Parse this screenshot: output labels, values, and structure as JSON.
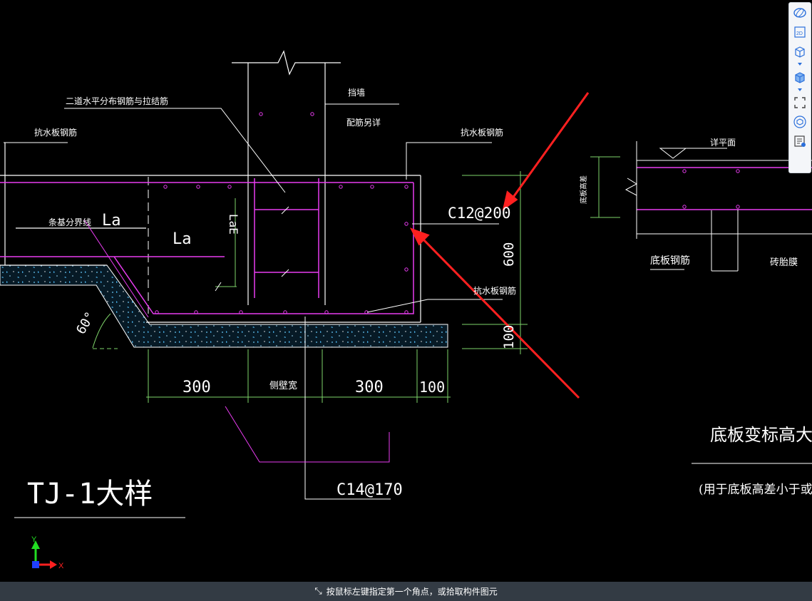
{
  "drawing": {
    "annotations": {
      "two_way_rebar": "二道水平分布钢筋与拉结筋",
      "waterproof_rebar_left": "抗水板钢筋",
      "retaining_wall": "挡墙",
      "reinforcement_detail": "配筋另详",
      "waterproof_rebar_right": "抗水板钢筋",
      "strip_boundary": "条基分界线",
      "la_outer": "La",
      "la_inner": "La",
      "laE": "LaE",
      "rebar_spec_top": "C12@200",
      "dim_600": "600",
      "waterproof_rebar_bottom": "抗水板钢筋",
      "angle": "60°",
      "dim_100_vert": "100",
      "dim_300_left": "300",
      "wall_width": "侧壁宽",
      "dim_300_right": "300",
      "dim_100_horiz": "100",
      "rebar_spec_bottom": "C14@170",
      "detail_title": "TJ-1大样"
    },
    "right_detail": {
      "slab_surface": "详平面",
      "elevation_diff": "底板高差",
      "bottom_rebar": "底板钢筋",
      "brick_membrane": "砖胎膜",
      "title": "底板变标高大样(一)",
      "subtitle": "(用于底板高差小于或等于底板板厚"
    },
    "ucs": {
      "y_label": "Y",
      "x_label": "X"
    }
  },
  "toolbar": {
    "buttons": [
      {
        "name": "orbit",
        "icon": "orbit-icon"
      },
      {
        "name": "2d",
        "icon": "view-2d-icon",
        "label": "2D"
      },
      {
        "name": "3d-wire",
        "icon": "cube-wire-icon"
      },
      {
        "name": "3d-solid",
        "icon": "cube-solid-icon"
      },
      {
        "name": "fullscreen",
        "icon": "fullscreen-icon"
      },
      {
        "name": "component",
        "icon": "component-view-icon"
      },
      {
        "name": "properties",
        "icon": "property-panel-icon"
      }
    ]
  },
  "status": {
    "message": "按鼠标左键指定第一个角点，或拾取构件图元"
  },
  "colors": {
    "background": "#000000",
    "line_white": "#ffffff",
    "rebar_magenta": "#e83cf0",
    "dimension_green": "#7ed46a",
    "concrete_fill": "#0d2a3a",
    "arrow_red": "#ff2020",
    "toolbar_bg": "#f4f6f9",
    "toolbar_icon": "#2a6fdb",
    "statusbar_bg": "#333b44"
  }
}
